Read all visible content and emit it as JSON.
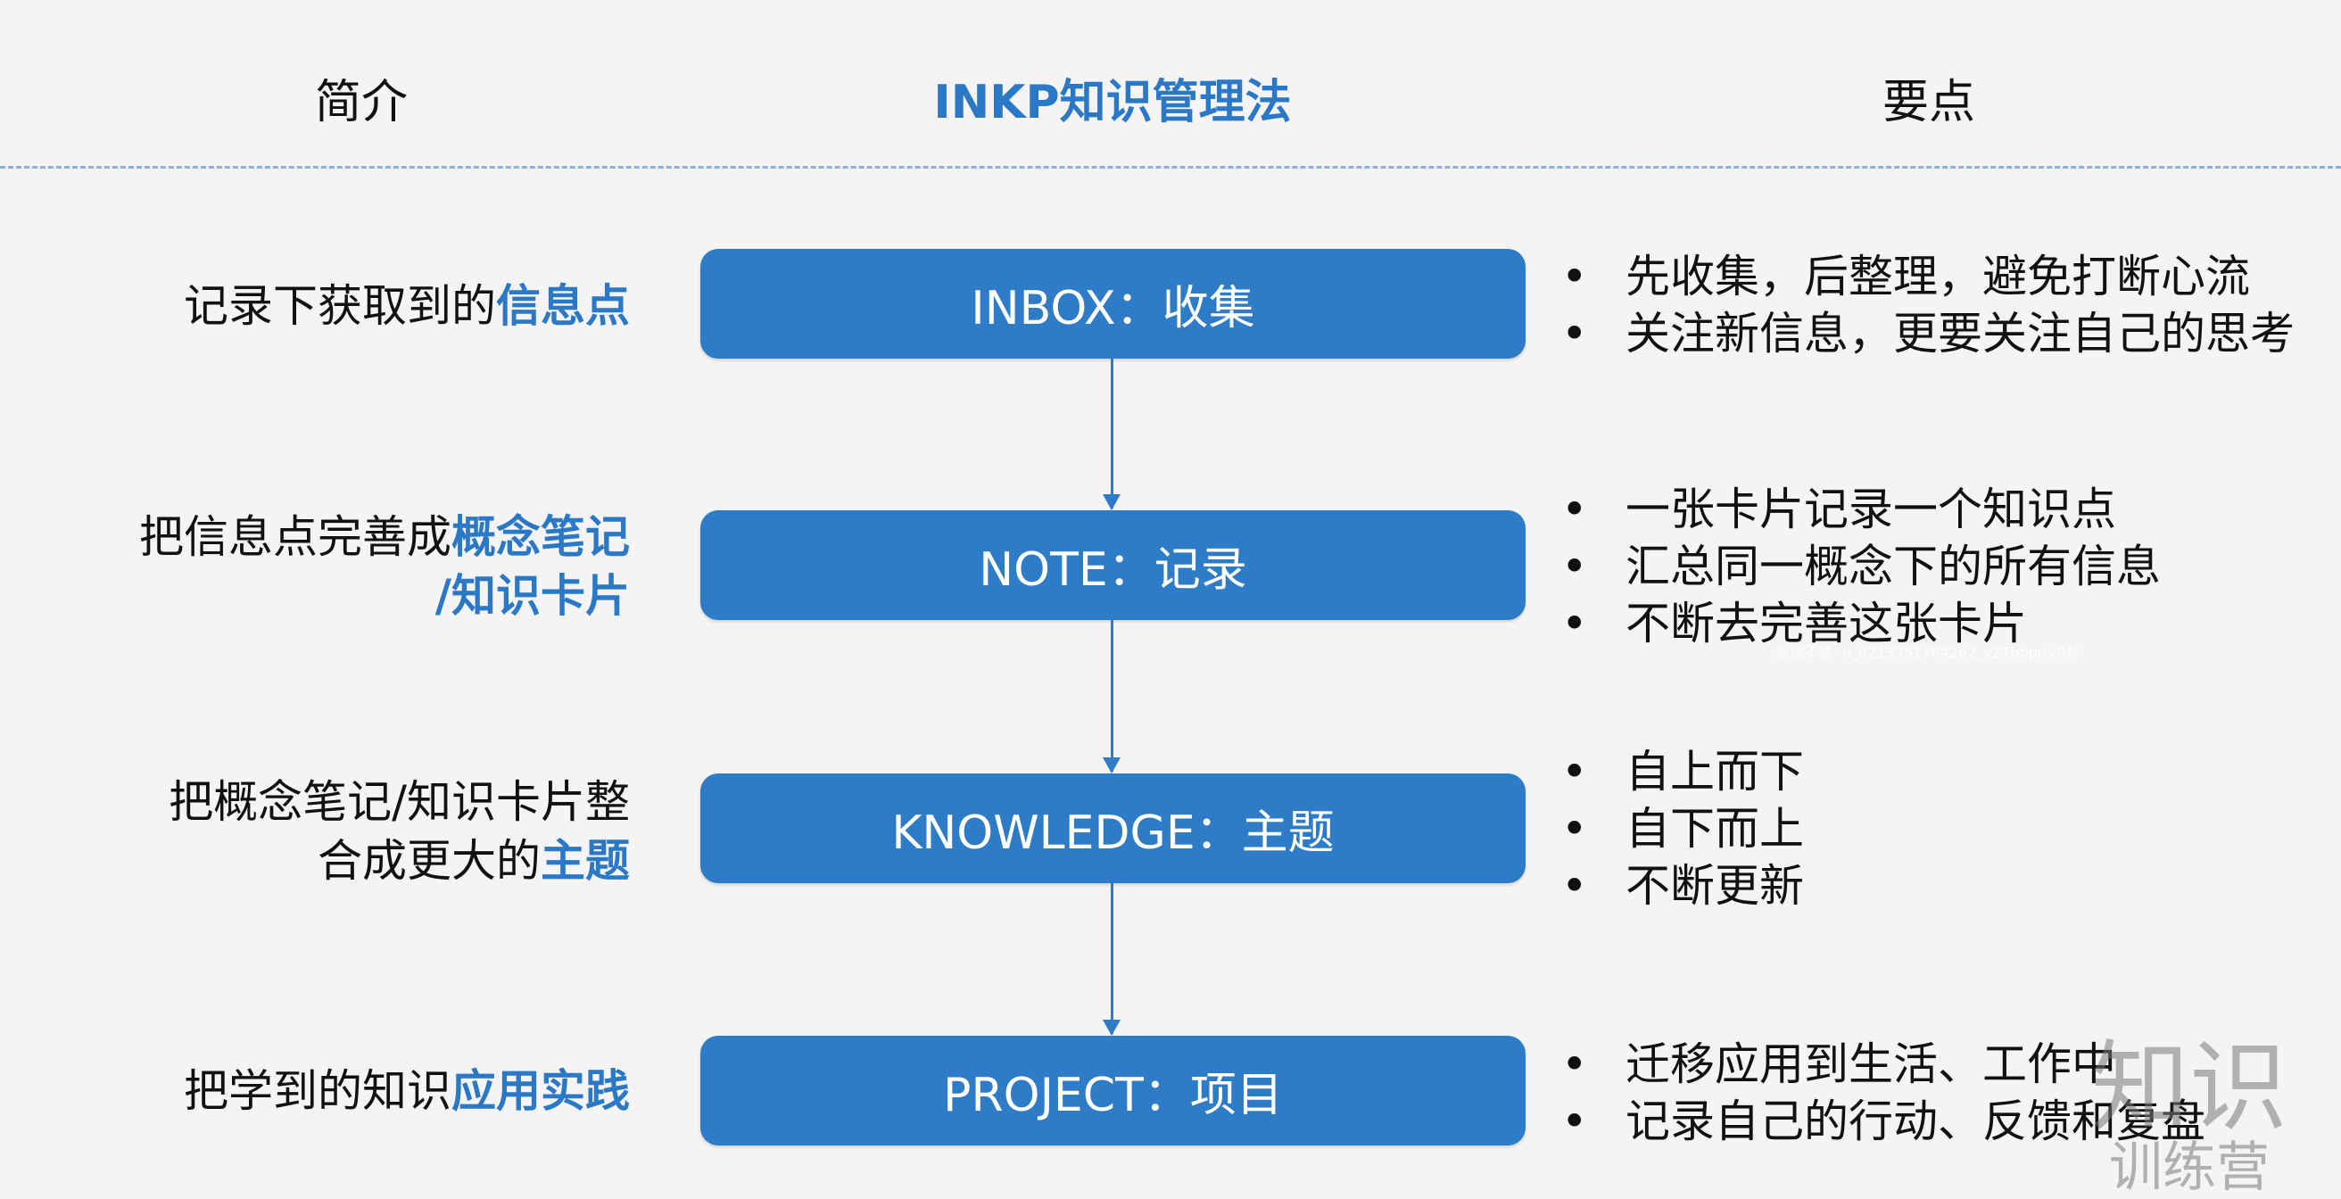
{
  "header": {
    "intro": "简介",
    "title": "INKP知识管理法",
    "key_points": "要点"
  },
  "rows": [
    {
      "box": "INBOX：收集",
      "left_plain": [
        "记录下获取到的"
      ],
      "left_highlight": [
        "信息点"
      ],
      "bullets": [
        "先收集，后整理，避免打断心流",
        "关注新信息，更要关注自己的思考"
      ]
    },
    {
      "box": "NOTE：记录",
      "left_plain": [
        "把信息点完善成",
        ""
      ],
      "left_highlight": [
        "概念笔记",
        "/知识卡片"
      ],
      "bullets": [
        "一张卡片记录一个知识点",
        "汇总同一概念下的所有信息",
        "不断去完善这张卡片"
      ]
    },
    {
      "box": "KNOWLEDGE：主题",
      "left_plain": [
        "把概念笔记/知识卡片整",
        "合成更大的"
      ],
      "left_highlight": [
        "",
        "主题"
      ],
      "bullets": [
        "自上而下",
        "自下而上",
        "不断更新"
      ]
    },
    {
      "box": "PROJECT：项目",
      "left_plain": [
        "把学到的知识"
      ],
      "left_highlight": [
        "应用实践"
      ],
      "bullets": [
        "迁移应用到生活、工作中",
        "记录自己的行动、反馈和复盘"
      ]
    }
  ],
  "watermark": {
    "logo_line1": "知识",
    "logo_line2": "训练营",
    "user": "步履不停- u_62133517642b2_vZTbbpuVRM"
  },
  "colors": {
    "accent": "#2e7bc7",
    "background": "#f4f4f4"
  }
}
